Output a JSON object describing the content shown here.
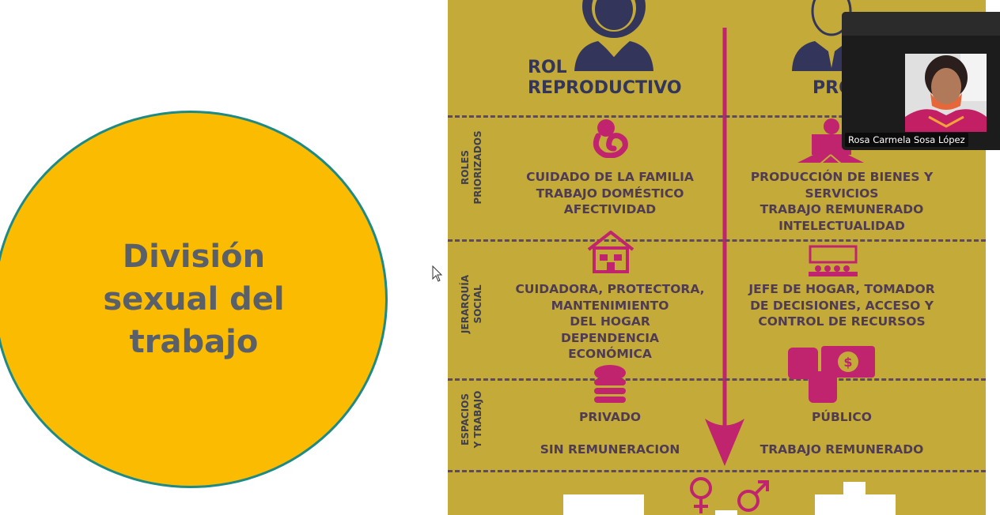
{
  "slide": {
    "circle_title": "División\nsexual del\ntrabajo"
  },
  "infographic": {
    "header_left": "ROL\nREPRODUCTIVO",
    "header_right": "PRO",
    "rows": {
      "roles_label": "ROLES\nPRIORIZADOS",
      "jerarquia_label": "JERARQUÍA\nSOCIAL",
      "espacios_label": "ESPACIOS\nY TRABAJO"
    },
    "left": {
      "roles": "CUIDADO DE LA FAMILIA\nTRABAJO DOMÉSTICO\nAFECTIVIDAD",
      "jerarquia": "CUIDADORA, PROTECTORA,\nMANTENIMIENTO\nDEL HOGAR\nDEPENDENCIA\nECONÓMICA",
      "espacio": "PRIVADO",
      "trabajo": "SIN REMUNERACION"
    },
    "right": {
      "roles": "PRODUCCIÓN DE BIENES Y\nSERVICIOS\nTRABAJO REMUNERADO\nINTELECTUALIDAD",
      "jerarquia": "JEFE DE HOGAR, TOMADOR\nDE DECISIONES, ACCESO Y\nCONTROL DE RECURSOS",
      "espacio": "PÚBLICO",
      "trabajo": "TRABAJO REMUNERADO"
    },
    "colors": {
      "background": "#c3aa39",
      "accent": "#c0246f",
      "icon_dark": "#33365a"
    }
  },
  "video": {
    "participant_name": "Rosa Carmela Sosa López"
  }
}
